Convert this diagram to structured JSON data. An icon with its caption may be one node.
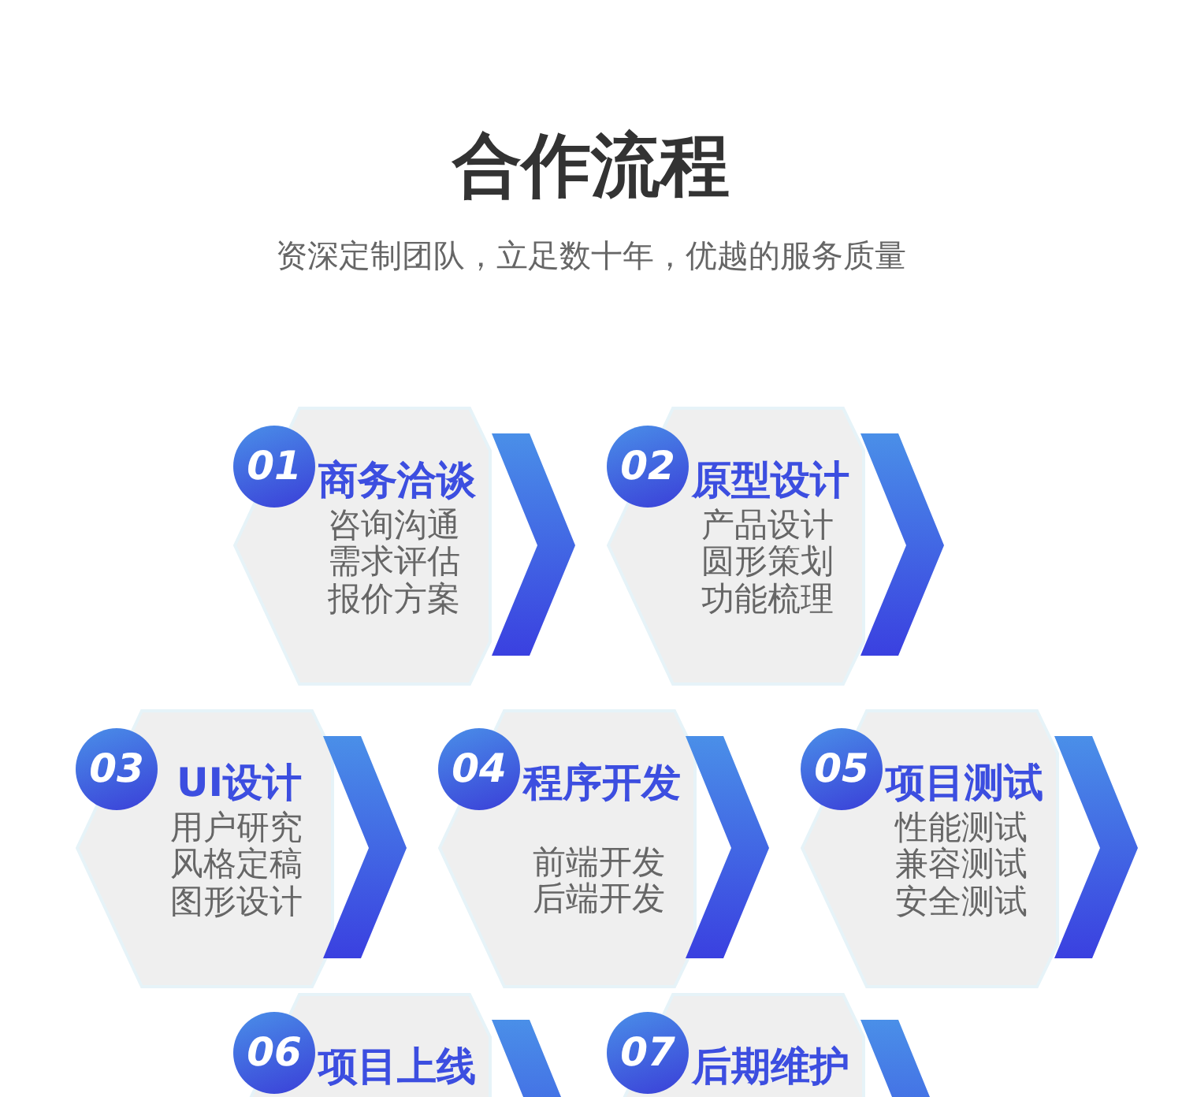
{
  "diagram": {
    "title": "合作流程",
    "caption": "资深定制团队，立足数十年，优越的服务质量",
    "nodes": [
      {
        "text": [
          "01",
          "商务洽谈",
          "咨询沟通需求评估报价方案"
        ]
      },
      {
        "text": [
          "02",
          "原型设计",
          "产品设计圆形策划功能梳理"
        ]
      },
      {
        "text": [
          "03",
          "UI设计",
          "用户研究风格定稿图形设计"
        ]
      },
      {
        "text": [
          "04",
          "程序开发",
          "前端开发后端开发"
        ]
      },
      {
        "text": [
          "05",
          "项目测试",
          "性能测试兼容测试安全测试"
        ]
      },
      {
        "text": [
          "06",
          "项目上线"
        ]
      },
      {
        "text": [
          "07",
          "后期维护"
        ]
      }
    ],
    "edges": [
      {
        "from": 0,
        "to": 1,
        "arrow": "to"
      },
      {
        "from": 1,
        "to": null,
        "arrow": "to"
      },
      {
        "from": 2,
        "to": 3,
        "arrow": "to"
      },
      {
        "from": 3,
        "to": 4,
        "arrow": "to"
      },
      {
        "from": 4,
        "to": null,
        "arrow": "to"
      },
      {
        "from": 5,
        "to": 6,
        "arrow": "to"
      },
      {
        "from": 6,
        "to": null,
        "arrow": "to"
      }
    ]
  }
}
